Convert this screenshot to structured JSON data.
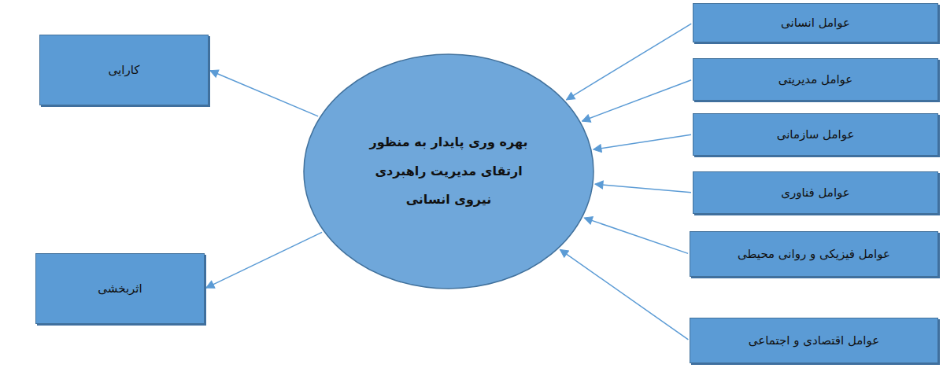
{
  "diagram": {
    "nodes": [
      {
        "text": [
          "عوامل انسانی"
        ]
      },
      {
        "text": [
          "عوامل مدیریتی"
        ]
      },
      {
        "text": [
          "عوامل سازمانی"
        ]
      },
      {
        "text": [
          "عوامل فناوری"
        ]
      },
      {
        "text": [
          "عوامل فیزیکی و روانی محیطی"
        ]
      },
      {
        "text": [
          "عوامل اقتصادی و اجتماعی"
        ]
      },
      {
        "text": [
          "بهره وری پایدار به منظور ارتقای مدیریت راهبردی نیروی انسانی"
        ]
      },
      {
        "text": [
          "کارایی"
        ]
      },
      {
        "text": [
          "اثربخشی"
        ]
      }
    ],
    "edges": [
      {
        "from": 0,
        "to": 6,
        "arrow": "to"
      },
      {
        "from": 1,
        "to": 6,
        "arrow": "to"
      },
      {
        "from": 2,
        "to": 6,
        "arrow": "to"
      },
      {
        "from": 3,
        "to": 6,
        "arrow": "to"
      },
      {
        "from": 4,
        "to": 6,
        "arrow": "to"
      },
      {
        "from": 5,
        "to": 6,
        "arrow": "to"
      },
      {
        "from": 6,
        "to": 7,
        "arrow": "to"
      },
      {
        "from": 6,
        "to": 8,
        "arrow": "to"
      }
    ]
  }
}
